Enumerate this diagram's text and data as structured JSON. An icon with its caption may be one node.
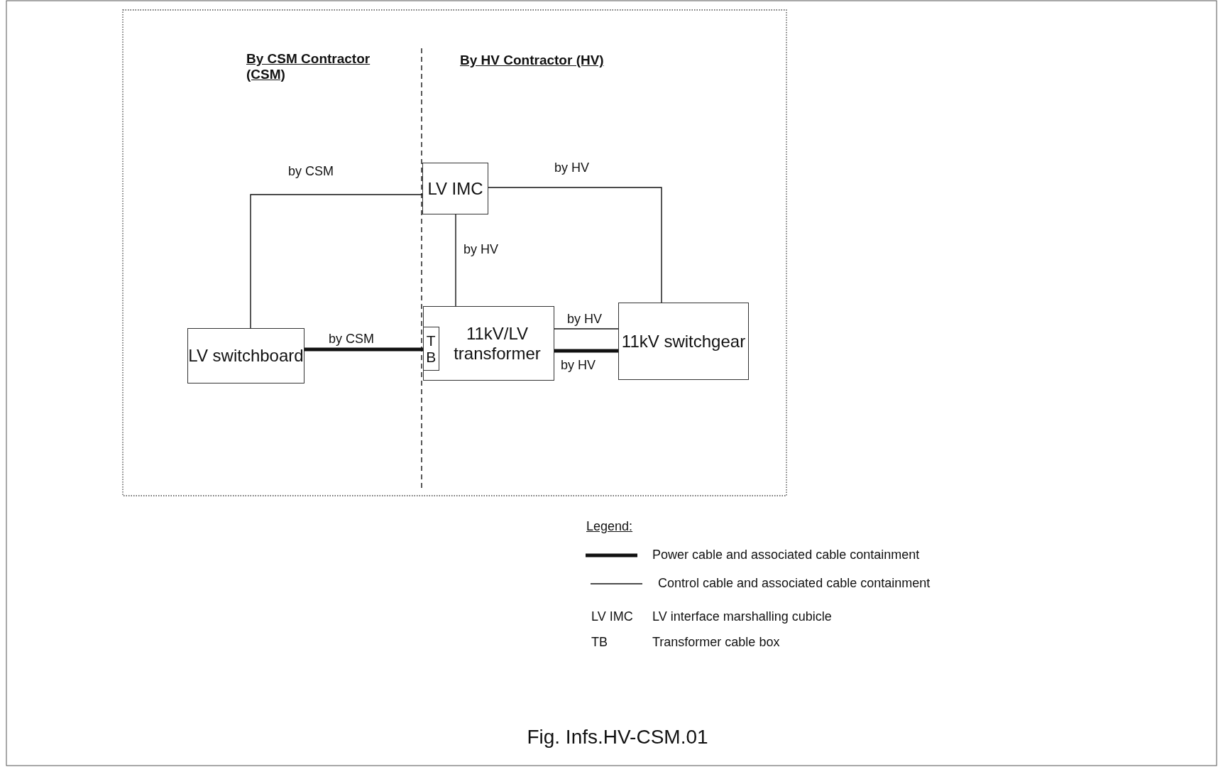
{
  "diagram": {
    "caption": "Fig. Infs.HV-CSM.01",
    "nodes": [
      {
        "text": [
          "LV IMC"
        ]
      },
      {
        "text": [
          "LV switchboard"
        ]
      },
      {
        "text": [
          "11kV/LV transformer"
        ]
      },
      {
        "text": [
          "T B"
        ],
        "in": 2
      },
      {
        "text": [
          "11kV switchgear"
        ]
      }
    ],
    "edges": [
      {
        "from": 0,
        "to": 1,
        "arrow": "none",
        "label": "by CSM"
      },
      {
        "from": 1,
        "to": 3,
        "arrow": "none",
        "label": "by CSM",
        "style": "thick"
      },
      {
        "from": 0,
        "to": 2,
        "arrow": "none",
        "label": "by HV"
      },
      {
        "from": 0,
        "to": 4,
        "arrow": "none",
        "label": "by HV"
      },
      {
        "from": 2,
        "to": 4,
        "arrow": "none",
        "label": "by HV"
      },
      {
        "from": 2,
        "to": 4,
        "arrow": "none",
        "label": "by HV",
        "style": "thick"
      }
    ],
    "labels": [
      "By CSM Contractor (CSM)",
      "By HV Contractor (HV)",
      "Legend:",
      "LV IMC",
      "LV interface marshalling cubicle",
      "TB",
      "Transformer cable box"
    ],
    "legend": [
      {
        "text": "Power cable and associated cable containment"
      },
      {
        "text": "Control cable and associated cable containment"
      }
    ]
  }
}
